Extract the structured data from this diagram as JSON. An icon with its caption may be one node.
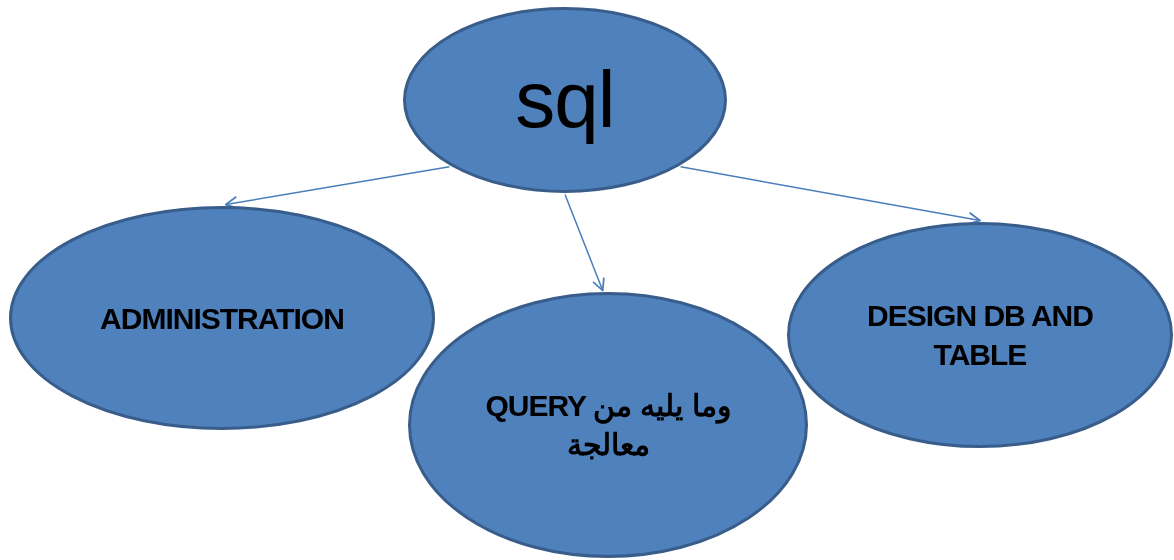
{
  "diagram": {
    "nodes": [
      {
        "text": [
          "sql"
        ]
      },
      {
        "text": [
          "ADMINISTRATION"
        ]
      },
      {
        "text": [
          "QUERY وما يليه من معالجة"
        ]
      },
      {
        "text": [
          "DESIGN DB AND TABLE"
        ]
      }
    ],
    "edges": [
      {
        "from": 0,
        "to": 1,
        "arrow": "to"
      },
      {
        "from": 0,
        "to": 2,
        "arrow": "to"
      },
      {
        "from": 0,
        "to": 3,
        "arrow": "to"
      }
    ]
  }
}
